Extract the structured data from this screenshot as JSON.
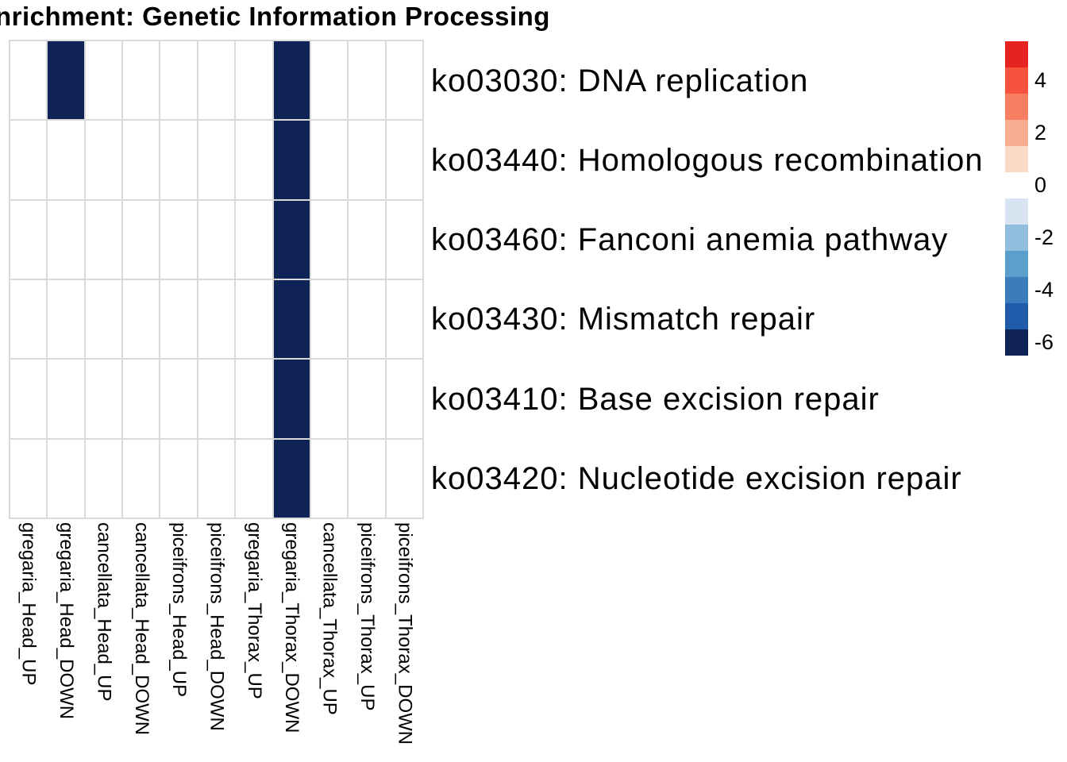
{
  "chart_data": {
    "type": "heatmap",
    "title": "nrichment: Genetic Information Processing",
    "rows": [
      "ko03030: DNA replication",
      "ko03440: Homologous recombination",
      "ko03460: Fanconi anemia pathway",
      "ko03430: Mismatch repair",
      "ko03410: Base excision repair",
      "ko03420: Nucleotide excision repair"
    ],
    "columns": [
      "gregaria_Head_UP",
      "gregaria_Head_DOWN",
      "cancellata_Head_UP",
      "cancellata_Head_DOWN",
      "piceifrons_Head_UP",
      "piceifrons_Head_DOWN",
      "gregaria_Thorax_UP",
      "gregaria_Thorax_DOWN",
      "cancellata_Thorax_UP",
      "piceifrons_Thorax_UP",
      "piceifrons_Thorax_DOWN"
    ],
    "values": [
      [
        null,
        -6,
        null,
        null,
        null,
        null,
        null,
        -6,
        null,
        null,
        null
      ],
      [
        null,
        null,
        null,
        null,
        null,
        null,
        null,
        -6,
        null,
        null,
        null
      ],
      [
        null,
        null,
        null,
        null,
        null,
        null,
        null,
        -6,
        null,
        null,
        null
      ],
      [
        null,
        null,
        null,
        null,
        null,
        null,
        null,
        -6,
        null,
        null,
        null
      ],
      [
        null,
        null,
        null,
        null,
        null,
        null,
        null,
        -6,
        null,
        null,
        null
      ],
      [
        null,
        null,
        null,
        null,
        null,
        null,
        null,
        -6,
        null,
        null,
        null
      ]
    ],
    "grid_on": true,
    "colors": {
      "filled_cell": "#0f2356",
      "empty_cell": "#ffffff",
      "grid_line": "#d9d9d9"
    },
    "legend": {
      "position": "right",
      "ticks": [
        "4",
        "2",
        "0",
        "-2",
        "-4",
        "-6"
      ],
      "tick_segment_index": [
        1,
        3,
        5,
        7,
        9,
        11
      ],
      "colors": [
        "#e62321",
        "#f5533d",
        "#f67f62",
        "#f8ad90",
        "#fcd9c6",
        "#ffffff",
        "#d8e4f1",
        "#91bedd",
        "#5b9fcc",
        "#3a7cbc",
        "#1f5ba8",
        "#0f2356"
      ]
    }
  }
}
